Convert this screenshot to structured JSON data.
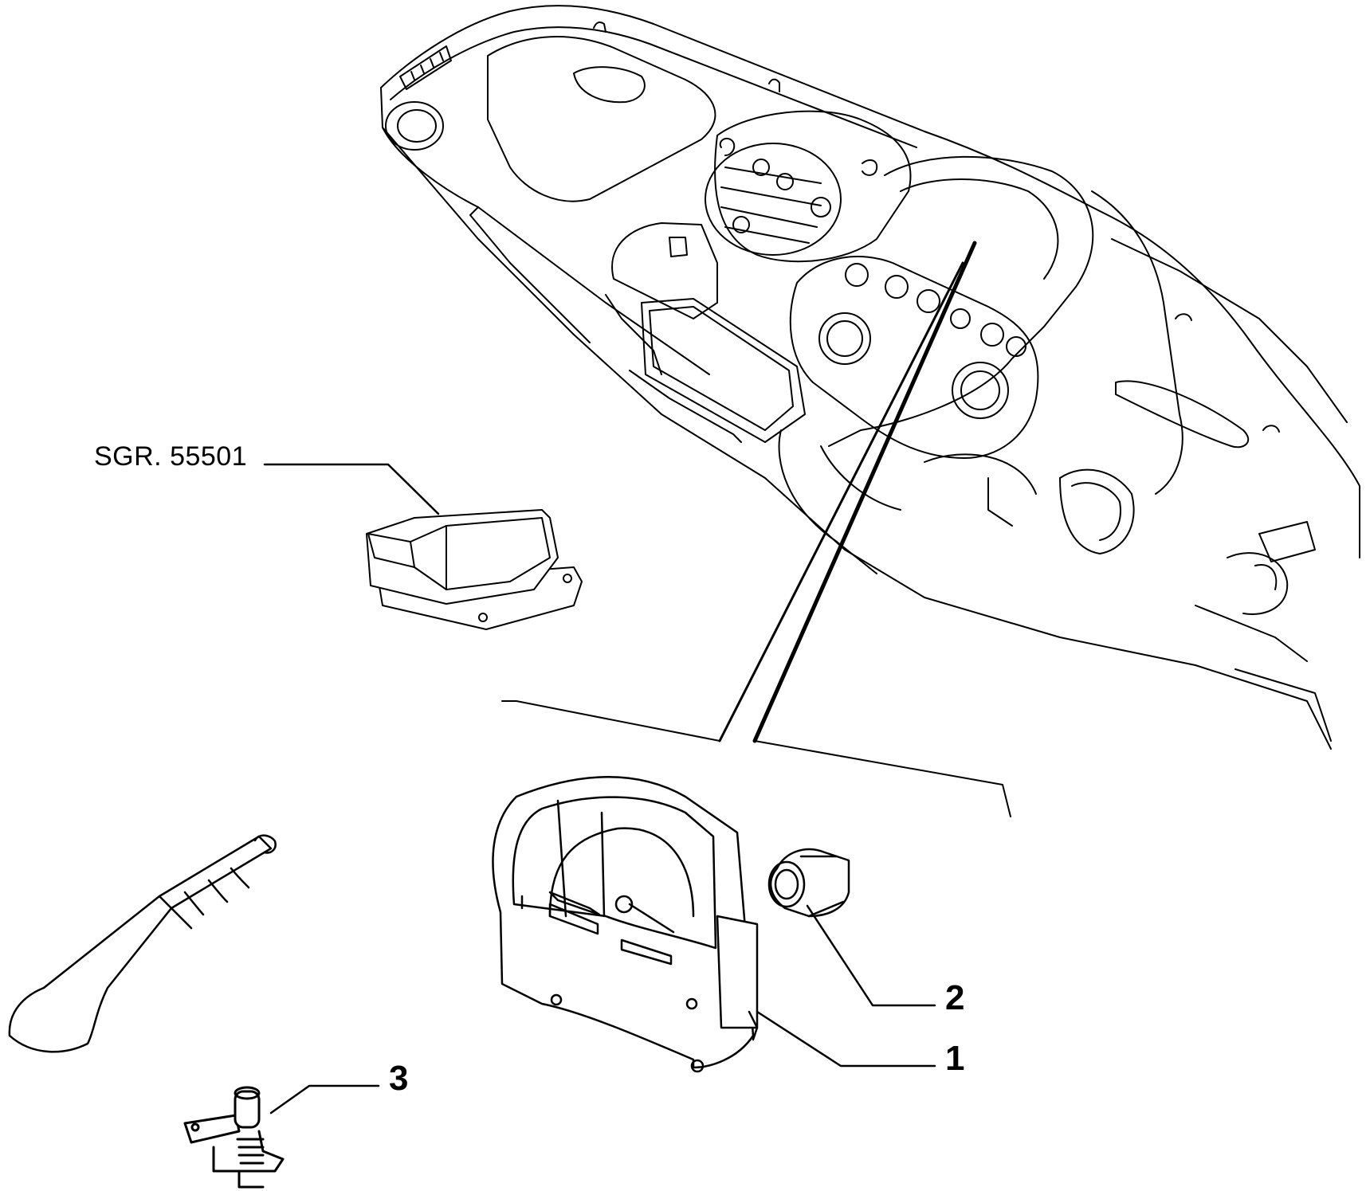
{
  "diagram": {
    "callouts": [
      {
        "id": "sgr",
        "text": "SGR. 55501"
      },
      {
        "id": "part-1",
        "text": "1"
      },
      {
        "id": "part-2",
        "text": "2"
      },
      {
        "id": "part-3",
        "text": "3"
      }
    ],
    "colors": {
      "line": "#000000",
      "background": "#ffffff",
      "part_fill": "#ffffff"
    }
  }
}
